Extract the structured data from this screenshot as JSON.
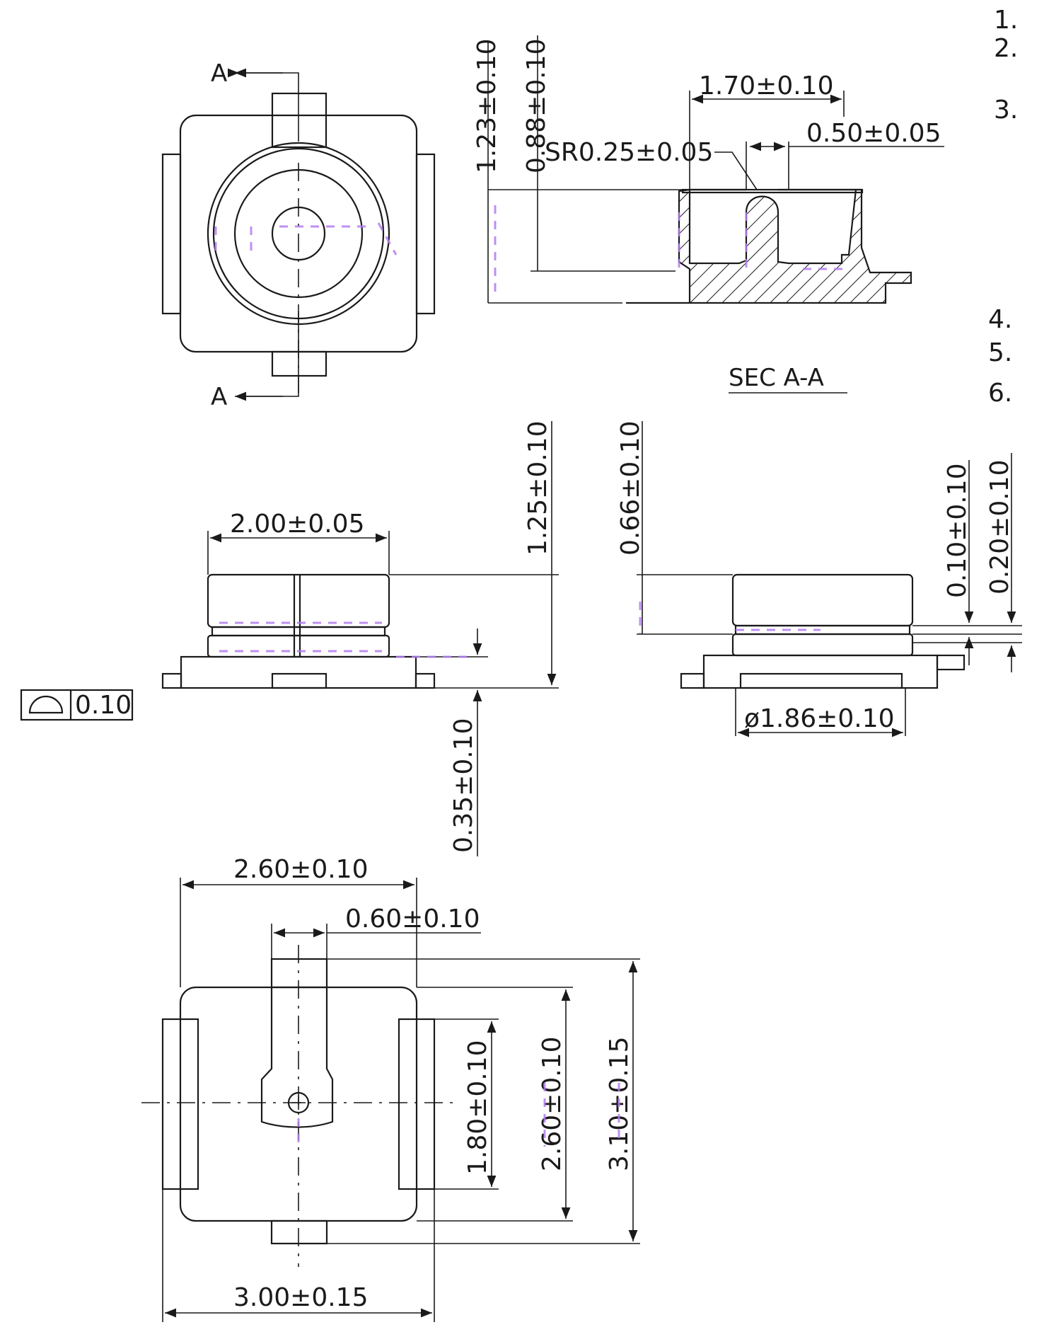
{
  "section_marker": "A",
  "section_title": "SEC A-A",
  "flatness_value": "0.10",
  "note_numbers": [
    "1.",
    "2.",
    "3.",
    "4.",
    "5.",
    "6."
  ],
  "dims": {
    "top_height_total": "1.23±0.10",
    "top_height_inner": "0.88±0.10",
    "top_width_170": "1.70±0.10",
    "top_width_050": "0.50±0.05",
    "top_radius": "SR0.25±0.05",
    "side_width_200": "2.00±0.05",
    "side_height_125": "1.25±0.10",
    "side_height_035": "0.35±0.10",
    "right_height_066": "0.66±0.10",
    "right_height_010": "0.10±0.10",
    "right_height_020": "0.20±0.10",
    "right_diameter": "ø1.86±0.10",
    "bottom_width_260": "2.60±0.10",
    "bottom_width_060": "0.60±0.10",
    "bottom_height_180": "1.80±0.10",
    "bottom_height_260": "2.60±0.10",
    "bottom_height_310": "3.10±0.15",
    "bottom_width_300": "3.00±0.15"
  }
}
